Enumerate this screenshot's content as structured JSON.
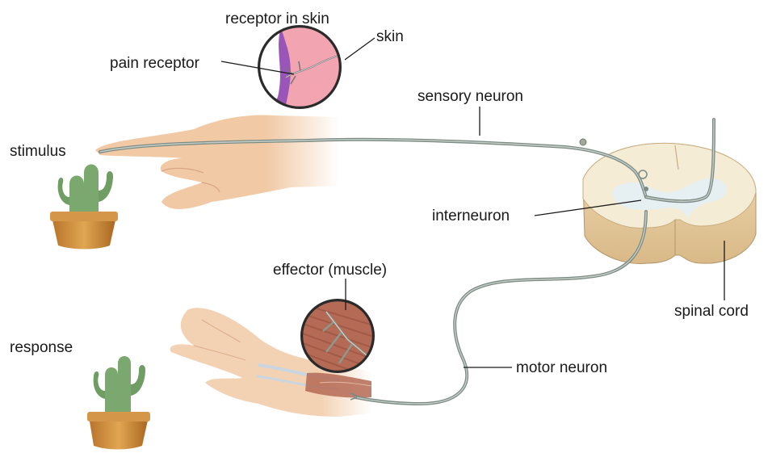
{
  "labels": {
    "receptor_in_skin": "receptor in skin",
    "skin": "skin",
    "pain_receptor": "pain receptor",
    "sensory_neuron": "sensory neuron",
    "stimulus": "stimulus",
    "interneuron": "interneuron",
    "effector": "effector (muscle)",
    "spinal_cord": "spinal cord",
    "response": "response",
    "motor_neuron": "motor neuron"
  },
  "colors": {
    "skin_tone": "#f1c9a5",
    "nerve": "#7d8b84",
    "cactus": "#7aa86e",
    "pot": "#c98b3a",
    "spinal_white": "#f5ecd6",
    "spinal_gray": "#e9f0f2",
    "muscle": "#b56a55",
    "skin_inset": "#f2a4b1",
    "receptor_purple": "#9a55b8"
  }
}
